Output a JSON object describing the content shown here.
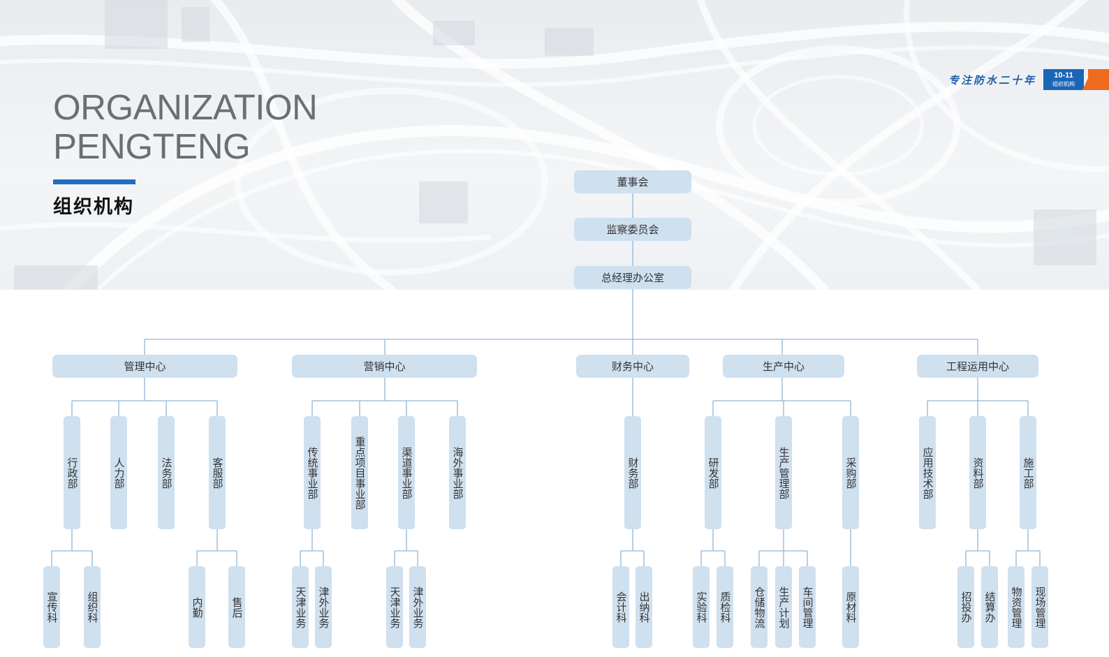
{
  "heading": {
    "line1": "ORGANIZATION",
    "line2": "PENGTENG",
    "cn": "组织机构"
  },
  "brand": {
    "slogan": "专注防水二十年",
    "page_numbers": "10-11",
    "page_label": "组织机构",
    "accent_color": "#1a66b6",
    "orange_color": "#ee6a1e"
  },
  "org": {
    "board": "董事会",
    "supervisory": "监察委员会",
    "gm_office": "总经理办公室",
    "centers": [
      {
        "name": "管理中心",
        "departments": [
          {
            "name": "行政部",
            "units": [
              "宣传科",
              "组织科"
            ]
          },
          {
            "name": "人力部",
            "units": []
          },
          {
            "name": "法务部",
            "units": []
          },
          {
            "name": "客服部",
            "units": [
              "内勤",
              "售后"
            ]
          }
        ]
      },
      {
        "name": "营销中心",
        "departments": [
          {
            "name": "传统事业部",
            "units": [
              "天津业务",
              "津外业务"
            ]
          },
          {
            "name": "重点项目事业部",
            "units": []
          },
          {
            "name": "渠道事业部",
            "units": [
              "天津业务",
              "津外业务"
            ]
          },
          {
            "name": "海外事业部",
            "units": []
          }
        ]
      },
      {
        "name": "财务中心",
        "departments": [
          {
            "name": "财务部",
            "units": [
              "会计科",
              "出纳科"
            ]
          }
        ]
      },
      {
        "name": "生产中心",
        "departments": [
          {
            "name": "研发部",
            "units": [
              "实验科",
              "质检科"
            ]
          },
          {
            "name": "生产管理部",
            "units": [
              "仓储物流",
              "生产计划",
              "车间管理"
            ]
          },
          {
            "name": "采购部",
            "units": [
              "原材料"
            ]
          }
        ]
      },
      {
        "name": "工程运用中心",
        "departments": [
          {
            "name": "应用技术部",
            "units": []
          },
          {
            "name": "资料部",
            "units": [
              "招投办",
              "结算办"
            ]
          },
          {
            "name": "施工部",
            "units": [
              "物资管理",
              "现场管理"
            ]
          }
        ]
      }
    ]
  },
  "colors": {
    "node_fill": "#cfe0ef",
    "connector": "#8fb6d8"
  }
}
